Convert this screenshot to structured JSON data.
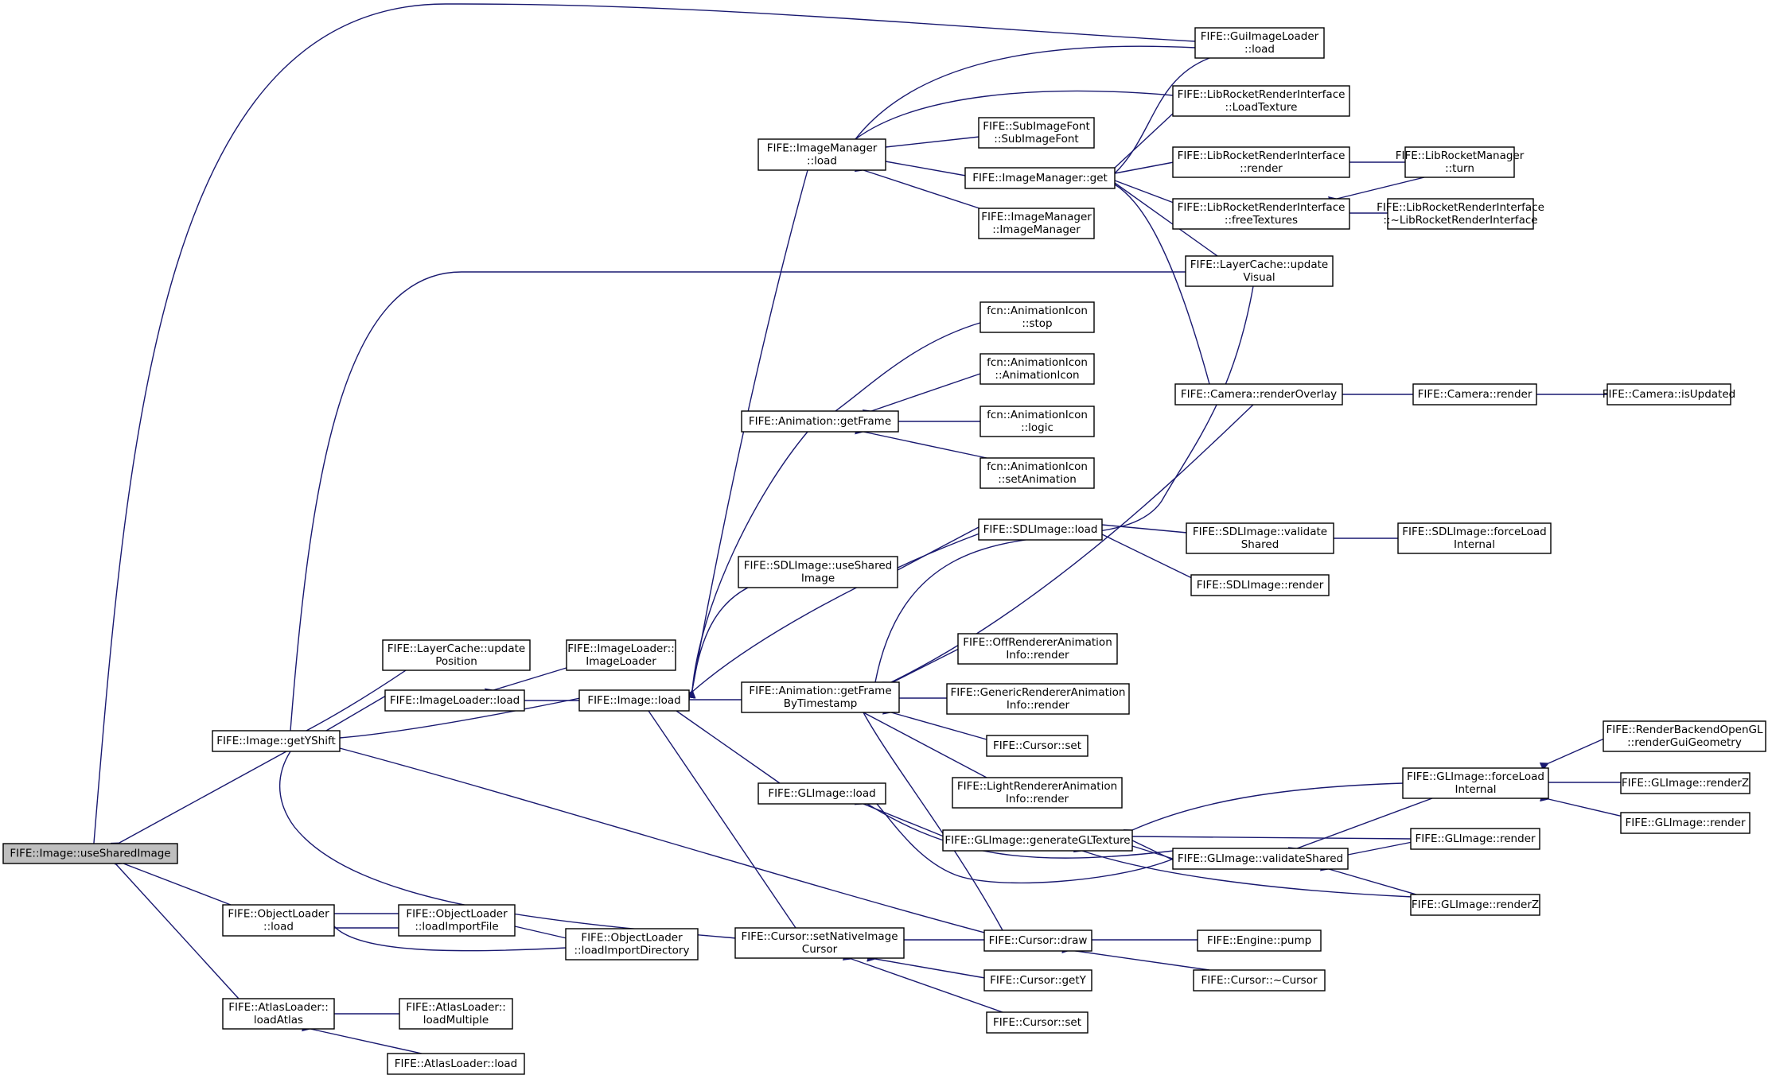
{
  "graph": {
    "title": "",
    "nodes": [
      {
        "id": "n0",
        "lines": [
          "FIFE::Image::useSharedImage"
        ],
        "highlight": true
      },
      {
        "id": "n1",
        "lines": [
          "FIFE::Image::getYShift"
        ]
      },
      {
        "id": "n2",
        "lines": [
          "FIFE::ObjectLoader",
          "::load"
        ]
      },
      {
        "id": "n3",
        "lines": [
          "FIFE::AtlasLoader::",
          "loadAtlas"
        ]
      },
      {
        "id": "n4",
        "lines": [
          "FIFE::LayerCache::update",
          "Position"
        ]
      },
      {
        "id": "n5",
        "lines": [
          "FIFE::ImageLoader::load"
        ]
      },
      {
        "id": "n6",
        "lines": [
          "FIFE::ObjectLoader",
          "::loadImportFile"
        ]
      },
      {
        "id": "n7",
        "lines": [
          "FIFE::ObjectLoader",
          "::loadImportDirectory"
        ]
      },
      {
        "id": "n8",
        "lines": [
          "FIFE::AtlasLoader::",
          "loadMultiple"
        ]
      },
      {
        "id": "n9",
        "lines": [
          "FIFE::AtlasLoader::load"
        ]
      },
      {
        "id": "n10",
        "lines": [
          "FIFE::ImageLoader::",
          "ImageLoader"
        ]
      },
      {
        "id": "n11",
        "lines": [
          "FIFE::Image::load"
        ]
      },
      {
        "id": "n12",
        "lines": [
          "FIFE::ImageManager",
          "::load"
        ]
      },
      {
        "id": "n13",
        "lines": [
          "FIFE::Animation::getFrame"
        ]
      },
      {
        "id": "n14",
        "lines": [
          "FIFE::SDLImage::useShared",
          "Image"
        ]
      },
      {
        "id": "n15",
        "lines": [
          "FIFE::Animation::getFrame",
          "ByTimestamp"
        ]
      },
      {
        "id": "n16",
        "lines": [
          "FIFE::GLImage::load"
        ]
      },
      {
        "id": "n17",
        "lines": [
          "FIFE::Cursor::setNativeImage",
          "Cursor"
        ]
      },
      {
        "id": "n18",
        "lines": [
          "FIFE::SubImageFont",
          "::SubImageFont"
        ]
      },
      {
        "id": "n19",
        "lines": [
          "FIFE::ImageManager::get"
        ]
      },
      {
        "id": "n20",
        "lines": [
          "FIFE::ImageManager",
          "::ImageManager"
        ]
      },
      {
        "id": "n21",
        "lines": [
          "fcn::AnimationIcon",
          "::stop"
        ]
      },
      {
        "id": "n22",
        "lines": [
          "fcn::AnimationIcon",
          "::AnimationIcon"
        ]
      },
      {
        "id": "n23",
        "lines": [
          "fcn::AnimationIcon",
          "::logic"
        ]
      },
      {
        "id": "n24",
        "lines": [
          "fcn::AnimationIcon",
          "::setAnimation"
        ]
      },
      {
        "id": "n25",
        "lines": [
          "FIFE::SDLImage::load"
        ]
      },
      {
        "id": "n26",
        "lines": [
          "FIFE::OffRendererAnimation",
          "Info::render"
        ]
      },
      {
        "id": "n27",
        "lines": [
          "FIFE::GenericRendererAnimation",
          "Info::render"
        ]
      },
      {
        "id": "n28",
        "lines": [
          "FIFE::Cursor::set"
        ]
      },
      {
        "id": "n29",
        "lines": [
          "FIFE::LightRendererAnimation",
          "Info::render"
        ]
      },
      {
        "id": "n30",
        "lines": [
          "FIFE::GLImage::generateGLTexture"
        ]
      },
      {
        "id": "n31",
        "lines": [
          "FIFE::Cursor::draw"
        ]
      },
      {
        "id": "n32",
        "lines": [
          "FIFE::Cursor::getY"
        ]
      },
      {
        "id": "n33",
        "lines": [
          "FIFE::Cursor::set"
        ]
      },
      {
        "id": "n34",
        "lines": [
          "FIFE::GuiImageLoader",
          "::load"
        ]
      },
      {
        "id": "n35",
        "lines": [
          "FIFE::LibRocketRenderInterface",
          "::LoadTexture"
        ]
      },
      {
        "id": "n36",
        "lines": [
          "FIFE::LibRocketRenderInterface",
          "::render"
        ]
      },
      {
        "id": "n37",
        "lines": [
          "FIFE::LibRocketRenderInterface",
          "::freeTextures"
        ]
      },
      {
        "id": "n38",
        "lines": [
          "FIFE::LayerCache::update",
          "Visual"
        ]
      },
      {
        "id": "n39",
        "lines": [
          "FIFE::Camera::renderOverlay"
        ]
      },
      {
        "id": "n40",
        "lines": [
          "FIFE::SDLImage::validate",
          "Shared"
        ]
      },
      {
        "id": "n41",
        "lines": [
          "FIFE::SDLImage::render"
        ]
      },
      {
        "id": "n42",
        "lines": [
          "FIFE::GLImage::validateShared"
        ]
      },
      {
        "id": "n43",
        "lines": [
          "FIFE::Engine::pump"
        ]
      },
      {
        "id": "n44",
        "lines": [
          "FIFE::Cursor::~Cursor"
        ]
      },
      {
        "id": "n45",
        "lines": [
          "FIFE::LibRocketManager",
          "::turn"
        ]
      },
      {
        "id": "n46",
        "lines": [
          "FIFE::LibRocketRenderInterface",
          "::~LibRocketRenderInterface"
        ]
      },
      {
        "id": "n47",
        "lines": [
          "FIFE::Camera::render"
        ]
      },
      {
        "id": "n48",
        "lines": [
          "FIFE::SDLImage::forceLoad",
          "Internal"
        ]
      },
      {
        "id": "n49",
        "lines": [
          "FIFE::GLImage::forceLoad",
          "Internal"
        ]
      },
      {
        "id": "n50",
        "lines": [
          "FIFE::GLImage::render"
        ]
      },
      {
        "id": "n51",
        "lines": [
          "FIFE::GLImage::renderZ"
        ]
      },
      {
        "id": "n52",
        "lines": [
          "FIFE::Camera::isUpdated"
        ]
      },
      {
        "id": "n53",
        "lines": [
          "FIFE::RenderBackendOpenGL",
          "::renderGuiGeometry"
        ]
      },
      {
        "id": "n54",
        "lines": [
          "FIFE::GLImage::renderZ"
        ]
      },
      {
        "id": "n55",
        "lines": [
          "FIFE::GLImage::render"
        ]
      }
    ]
  }
}
